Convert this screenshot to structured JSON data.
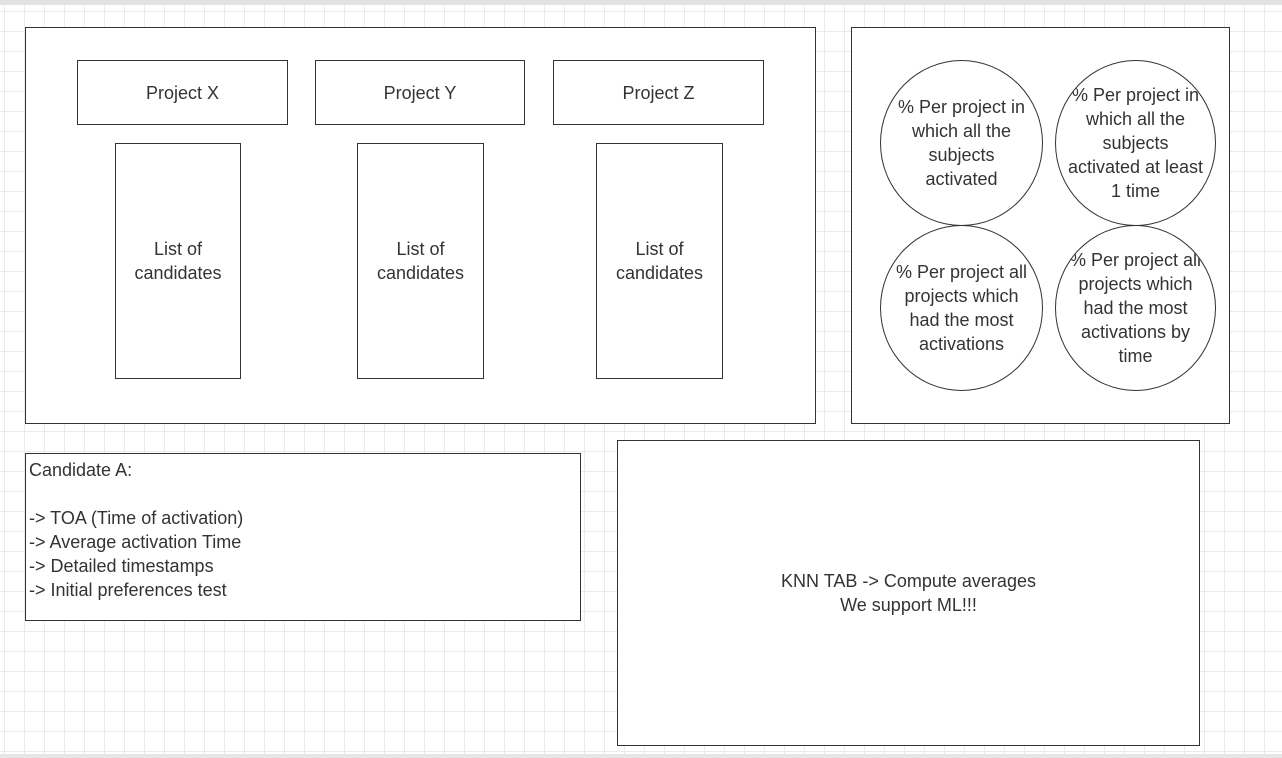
{
  "projects": [
    {
      "header": "Project X",
      "list_label": "List of\ncandidates"
    },
    {
      "header": "Project Y",
      "list_label": "List of\ncandidates"
    },
    {
      "header": "Project Z",
      "list_label": "List of\ncandidates"
    }
  ],
  "metrics": [
    "% Per project in\nwhich all the\nsubjects\nactivated",
    "% Per project in\nwhich all the\nsubjects\nactivated at least\n1 time",
    "% Per project all\nprojects which\nhad the most\nactivations",
    "% Per project all\nprojects which\nhad the most\nactivations by\ntime"
  ],
  "candidate": {
    "title": "Candidate A:",
    "lines": [
      "-> TOA (Time of activation)",
      "-> Average activation Time",
      "-> Detailed timestamps",
      "-> Initial preferences test"
    ]
  },
  "knn": {
    "line1": "KNN TAB -> Compute averages",
    "line2": "We support ML!!!"
  },
  "colors": {
    "stroke": "#333333",
    "grid": "#ebebeb",
    "background": "#ffffff"
  }
}
